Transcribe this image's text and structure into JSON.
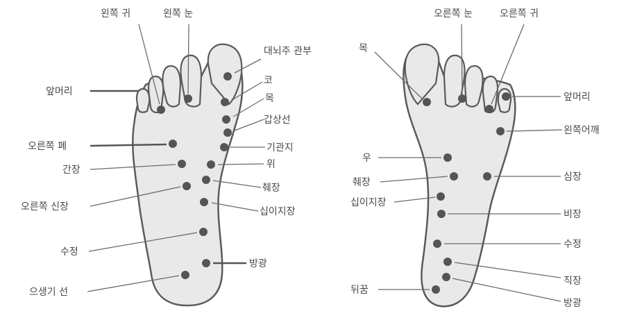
{
  "left_foot": {
    "labels": {
      "left_ear": "왼쪽 귀",
      "left_eye": "왼쪽 눈",
      "cerebrum": "대뇌주 관부",
      "nose": "코",
      "neck": "목",
      "thyroid": "갑상선",
      "bronchus": "기관지",
      "stomach": "위",
      "duodenum": "췌장",
      "small_intestine": "십이지장",
      "bladder": "방광",
      "front_head": "앞머리",
      "right_lung": "오른쪽 폐",
      "liver": "간장",
      "right_kidney": "오른쪽 신장",
      "ureter": "수정",
      "reproductive": "으생기 선"
    }
  },
  "right_foot": {
    "labels": {
      "right_eye": "오른쪽 눈",
      "right_ear": "오른쪽 귀",
      "neck": "목",
      "front_head": "앞머리",
      "left_shoulder": "왼쪽어깨",
      "stomach": "우",
      "pancreas": "췌장",
      "heart": "심장",
      "duodenum": "십이지장",
      "spleen": "비장",
      "ureter": "수정",
      "rectum": "직장",
      "heel": "뒤꿈",
      "bladder": "방광"
    }
  }
}
